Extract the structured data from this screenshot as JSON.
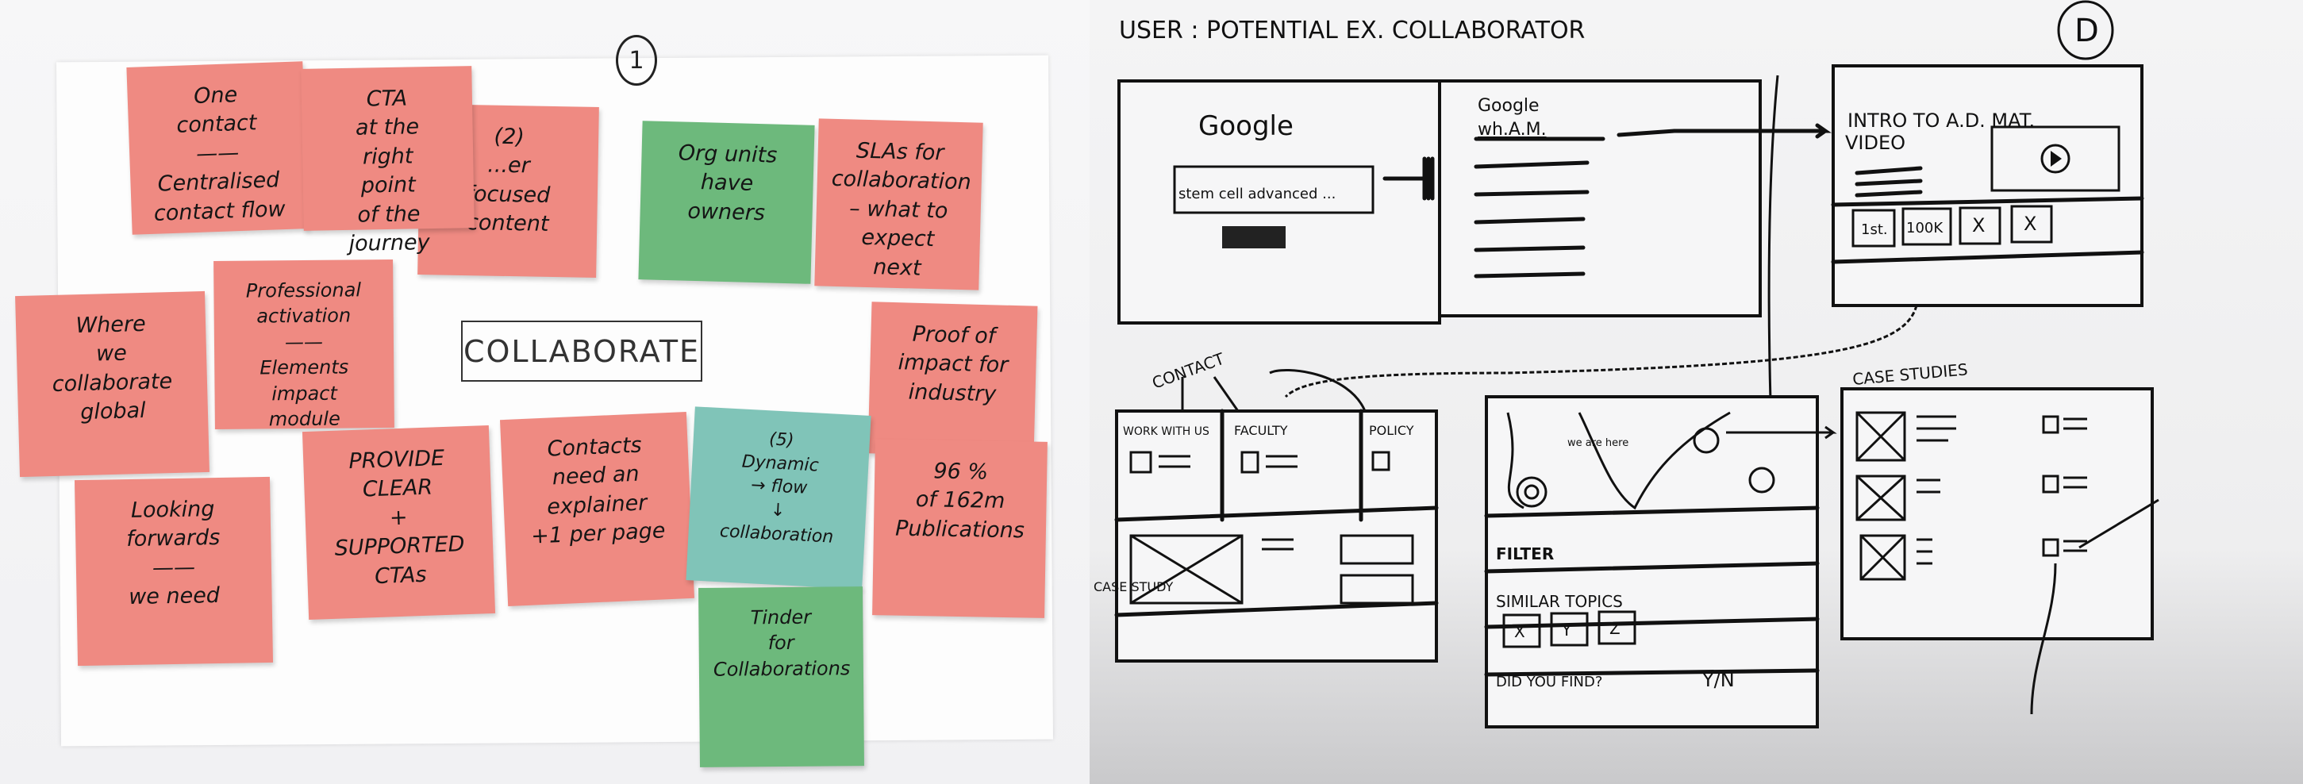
{
  "left_board": {
    "section_number": "1",
    "center_label": "COLLABORATE",
    "notes": [
      {
        "color": "pink",
        "text": "One\ncontact\n——\nCentralised\ncontact flow"
      },
      {
        "color": "pink",
        "text": "CTA\nat the\nright\npoint\nof the journey"
      },
      {
        "color": "pink",
        "text": "(2)\n...er\nfocused\ncontent"
      },
      {
        "color": "green",
        "text": "Org units\nhave\nowners"
      },
      {
        "color": "pink",
        "text": "SLAs for\ncollaboration\n– what to\nexpect\nnext"
      },
      {
        "color": "pink",
        "text": "Where\nwe\ncollaborate\nglobal"
      },
      {
        "color": "pink",
        "text": "Professional\nactivation\n——\nElements\nimpact\nmodule"
      },
      {
        "color": "pink",
        "text": "Proof of\nimpact for\nindustry"
      },
      {
        "color": "pink",
        "text": "Looking\nforwards\n——\nwe need"
      },
      {
        "color": "pink",
        "text": "PROVIDE\nCLEAR\n+\nSUPPORTED\nCTAs"
      },
      {
        "color": "pink",
        "text": "Contacts\nneed an\nexplainer\n+1 per page"
      },
      {
        "color": "teal",
        "text": "(5)\nDynamic\n→ flow\n↓\ncollaboration"
      },
      {
        "color": "pink",
        "text": "96 %\nof 162m\nPublications"
      },
      {
        "color": "green",
        "text": "Tinder\nfor\nCollaborations"
      }
    ],
    "colors": {
      "pink": "#ef8a82",
      "green": "#6db97c",
      "teal": "#80c4b8"
    }
  },
  "right_sketch": {
    "title": "USER : POTENTIAL EX. COLLABORATOR",
    "section_letter": "D",
    "frame_search": {
      "logo": "Google",
      "query": "stem cell advanced ..."
    },
    "frame_results": {
      "logo": "Google",
      "query": "wh.A.M."
    },
    "frame_video": {
      "title": "INTRO TO A.D. MAT.",
      "subtitle": "VIDEO",
      "tiles": [
        "1st.",
        "100K",
        "X",
        "X"
      ]
    },
    "frame_contact": {
      "arrow_label": "CONTACT",
      "columns": [
        "WORK WITH US",
        "FACULTY",
        "POLICY"
      ],
      "side_label": "CASE STUDY"
    },
    "frame_map": {
      "map_label": "we are here",
      "filter_label": "FILTER",
      "similar_label": "SIMILAR TOPICS",
      "topic_tiles": [
        "X",
        "Y",
        "Z"
      ],
      "question": "DID YOU FIND?",
      "answer": "Y/N"
    },
    "frame_cases": {
      "label": "CASE STUDIES"
    }
  }
}
